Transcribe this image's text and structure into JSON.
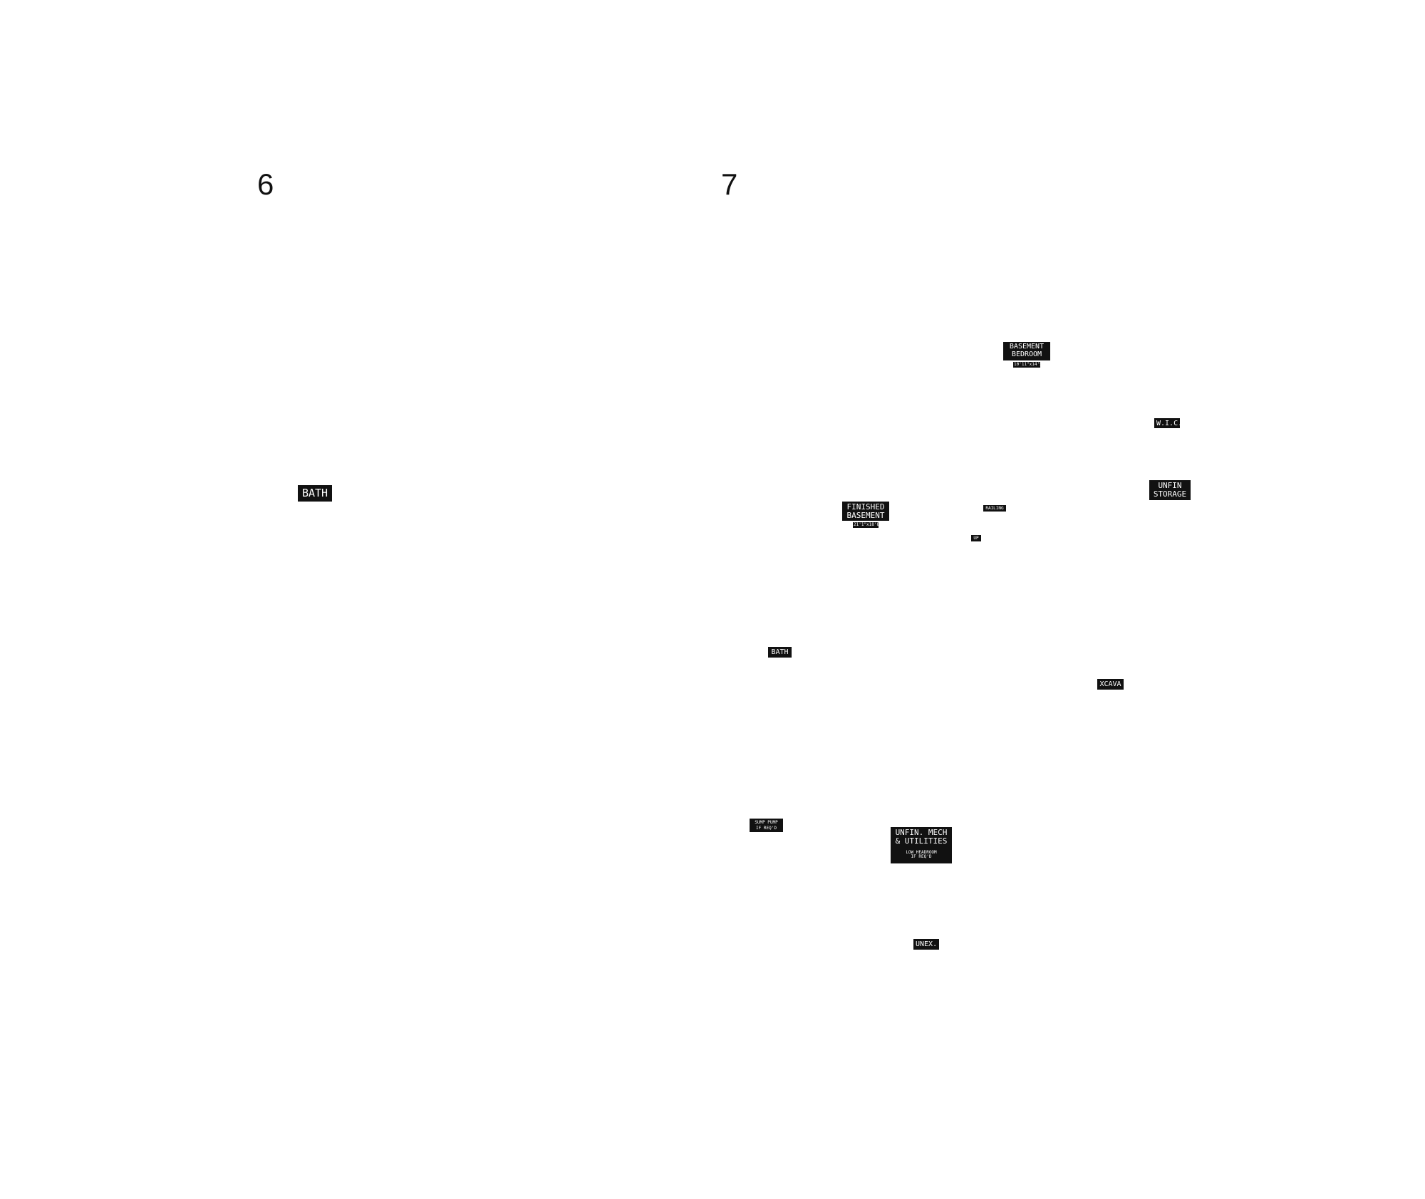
{
  "colors": {
    "background": "#ffffff",
    "label_fill": "#111111",
    "label_text": "#ffffff"
  },
  "sheets": {
    "left_number": "6",
    "right_number": "7"
  },
  "plan_6": {
    "bath": "BATH"
  },
  "plan_7": {
    "basement_bedroom": {
      "line1": "BASEMENT",
      "line2": "BEDROOM",
      "dims": "10'11\"x14'5\""
    },
    "wic": "W.I.C.",
    "unfin_storage": {
      "line1": "UNFIN",
      "line2": "STORAGE"
    },
    "finished_basement": {
      "line1": "FINISHED",
      "line2": "BASEMENT",
      "dims": "21'1\"x18'8\""
    },
    "railing": "RAILING",
    "up": "UP",
    "bath": "BATH",
    "excava": "XCAVA",
    "sump_pump": {
      "line1": "SUMP PUMP",
      "line2": "IF REQ'D"
    },
    "unfin_mech": {
      "line1": "UNFIN. MECH",
      "line2": "& UTILITIES",
      "note1": "LOW HEADROOM",
      "note2": "IF REQ'D"
    },
    "unex": "UNEX."
  }
}
